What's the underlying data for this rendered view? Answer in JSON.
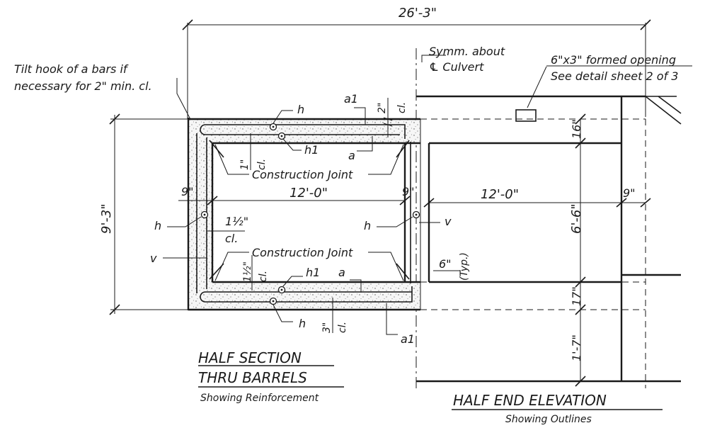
{
  "overall_width": "26'-3\"",
  "symm_line1": "Symm. about",
  "symm_line2": "℄ Culvert",
  "opening_line1": "6\"x3\" formed opening",
  "opening_line2": "See detail sheet 2 of 3",
  "tilt_line1": "Tilt hook of a bars if",
  "tilt_line2": "necessary for 2\" min. cl.",
  "cl": "cl.",
  "dim_2in": "2\"",
  "dim_1in": "1\"",
  "dim_1_5in": "1½\"",
  "dim_3in": "3\"",
  "dim_6in": "6\"",
  "typ": "(Typ.)",
  "wall_9in": "9\"",
  "span_12ft": "12'-0\"",
  "height_total": "9'-3\"",
  "dim_16in": "16\"",
  "dim_6ft6in": "6'-6\"",
  "dim_17in": "17\"",
  "dim_1ft7in": "1'-7\"",
  "bars": {
    "h": "h",
    "h1": "h1",
    "a": "a",
    "a1": "a1",
    "v": "v"
  },
  "construction_joint": "Construction Joint",
  "half_section_line1": "HALF SECTION",
  "half_section_line2": "THRU BARRELS",
  "half_section_sub": "Showing Reinforcement",
  "half_end_title": "HALF END ELEVATION",
  "half_end_sub": "Showing Outlines"
}
